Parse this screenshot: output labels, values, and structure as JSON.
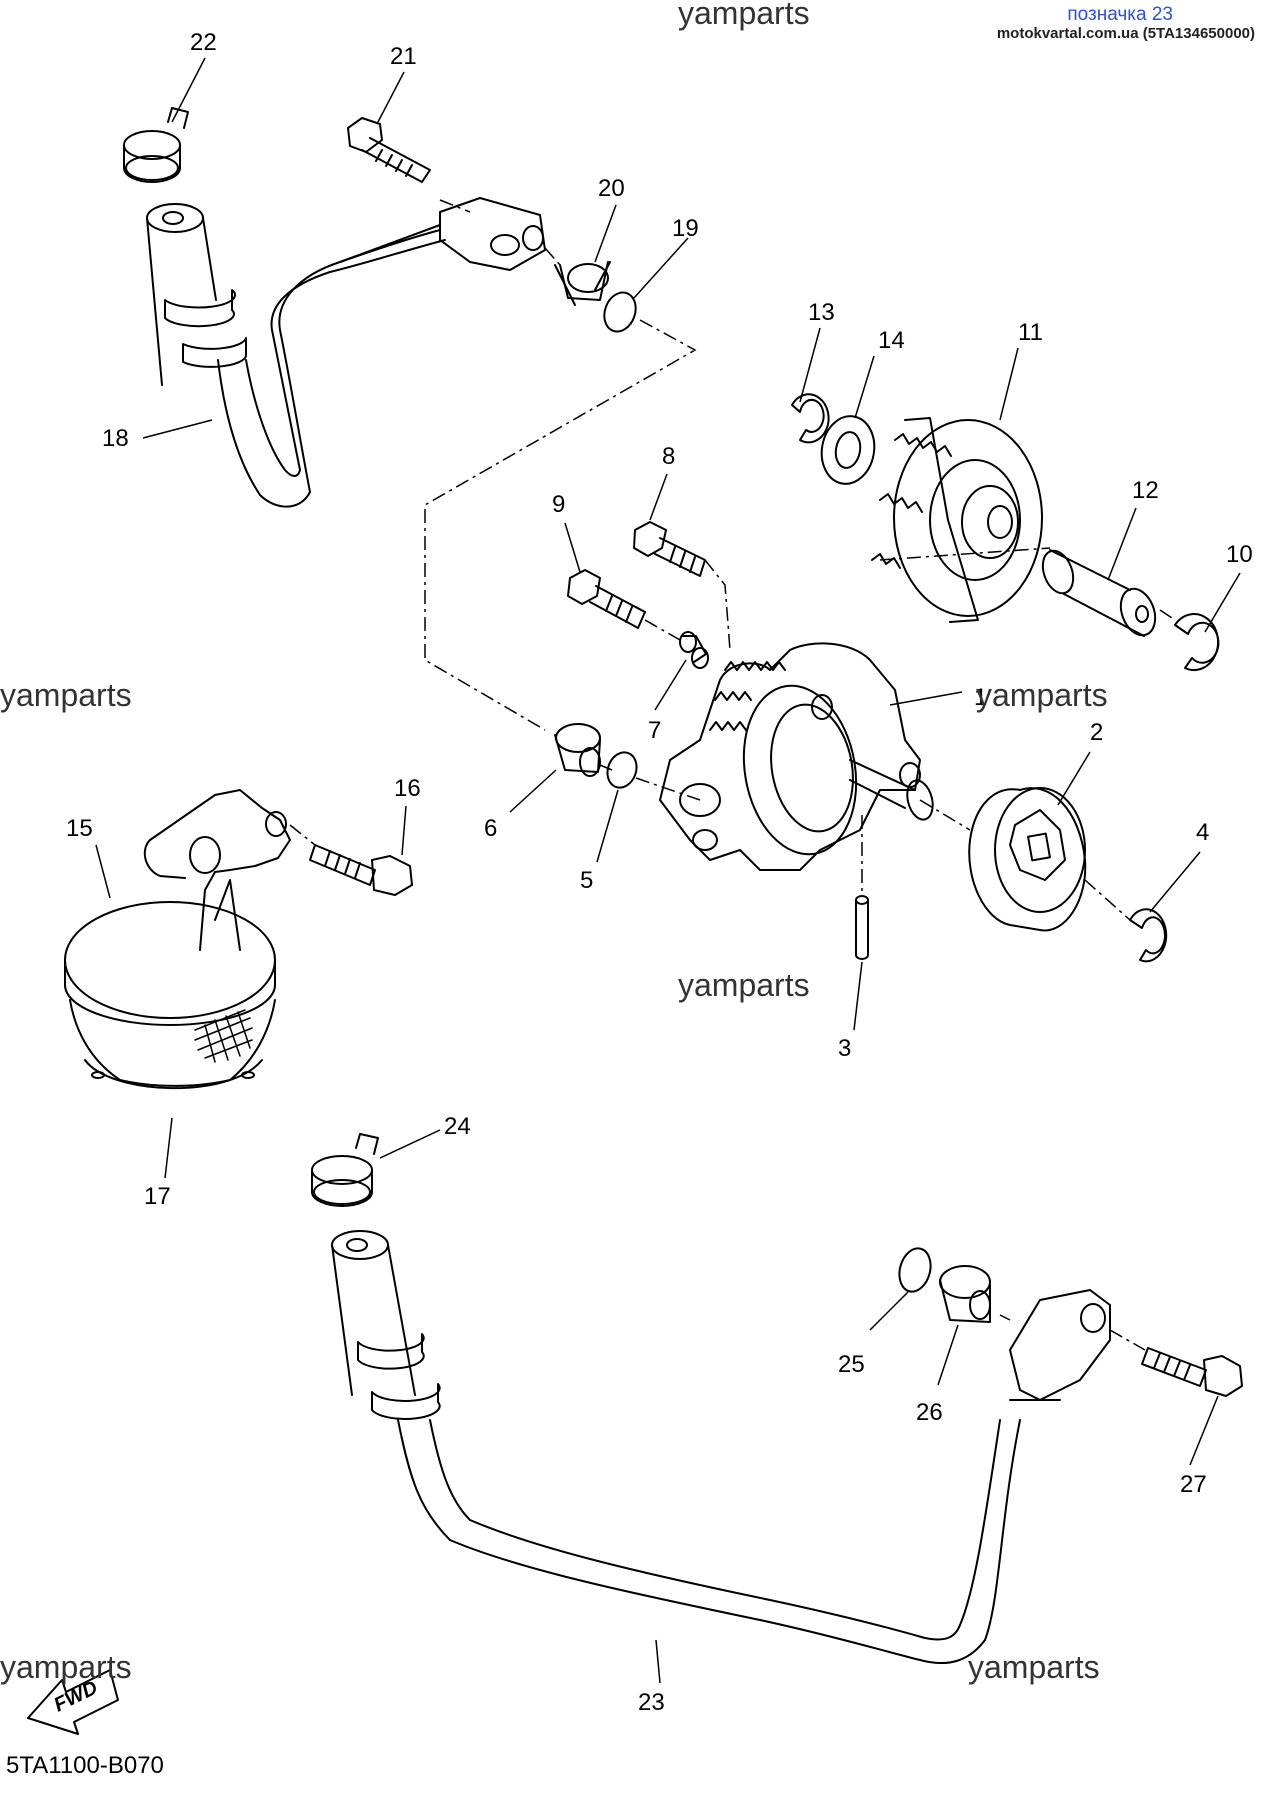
{
  "header": {
    "title": "позначка 23",
    "source": "motokvartal.com.ua (5TA134650000)"
  },
  "watermark": "yamparts",
  "fwd_label": "FWD",
  "diagram_code": "5TA1100-B070",
  "callouts": [
    "1",
    "2",
    "3",
    "4",
    "5",
    "6",
    "7",
    "8",
    "9",
    "10",
    "11",
    "12",
    "13",
    "14",
    "15",
    "16",
    "17",
    "18",
    "19",
    "20",
    "21",
    "22",
    "23",
    "24",
    "25",
    "26",
    "27"
  ]
}
